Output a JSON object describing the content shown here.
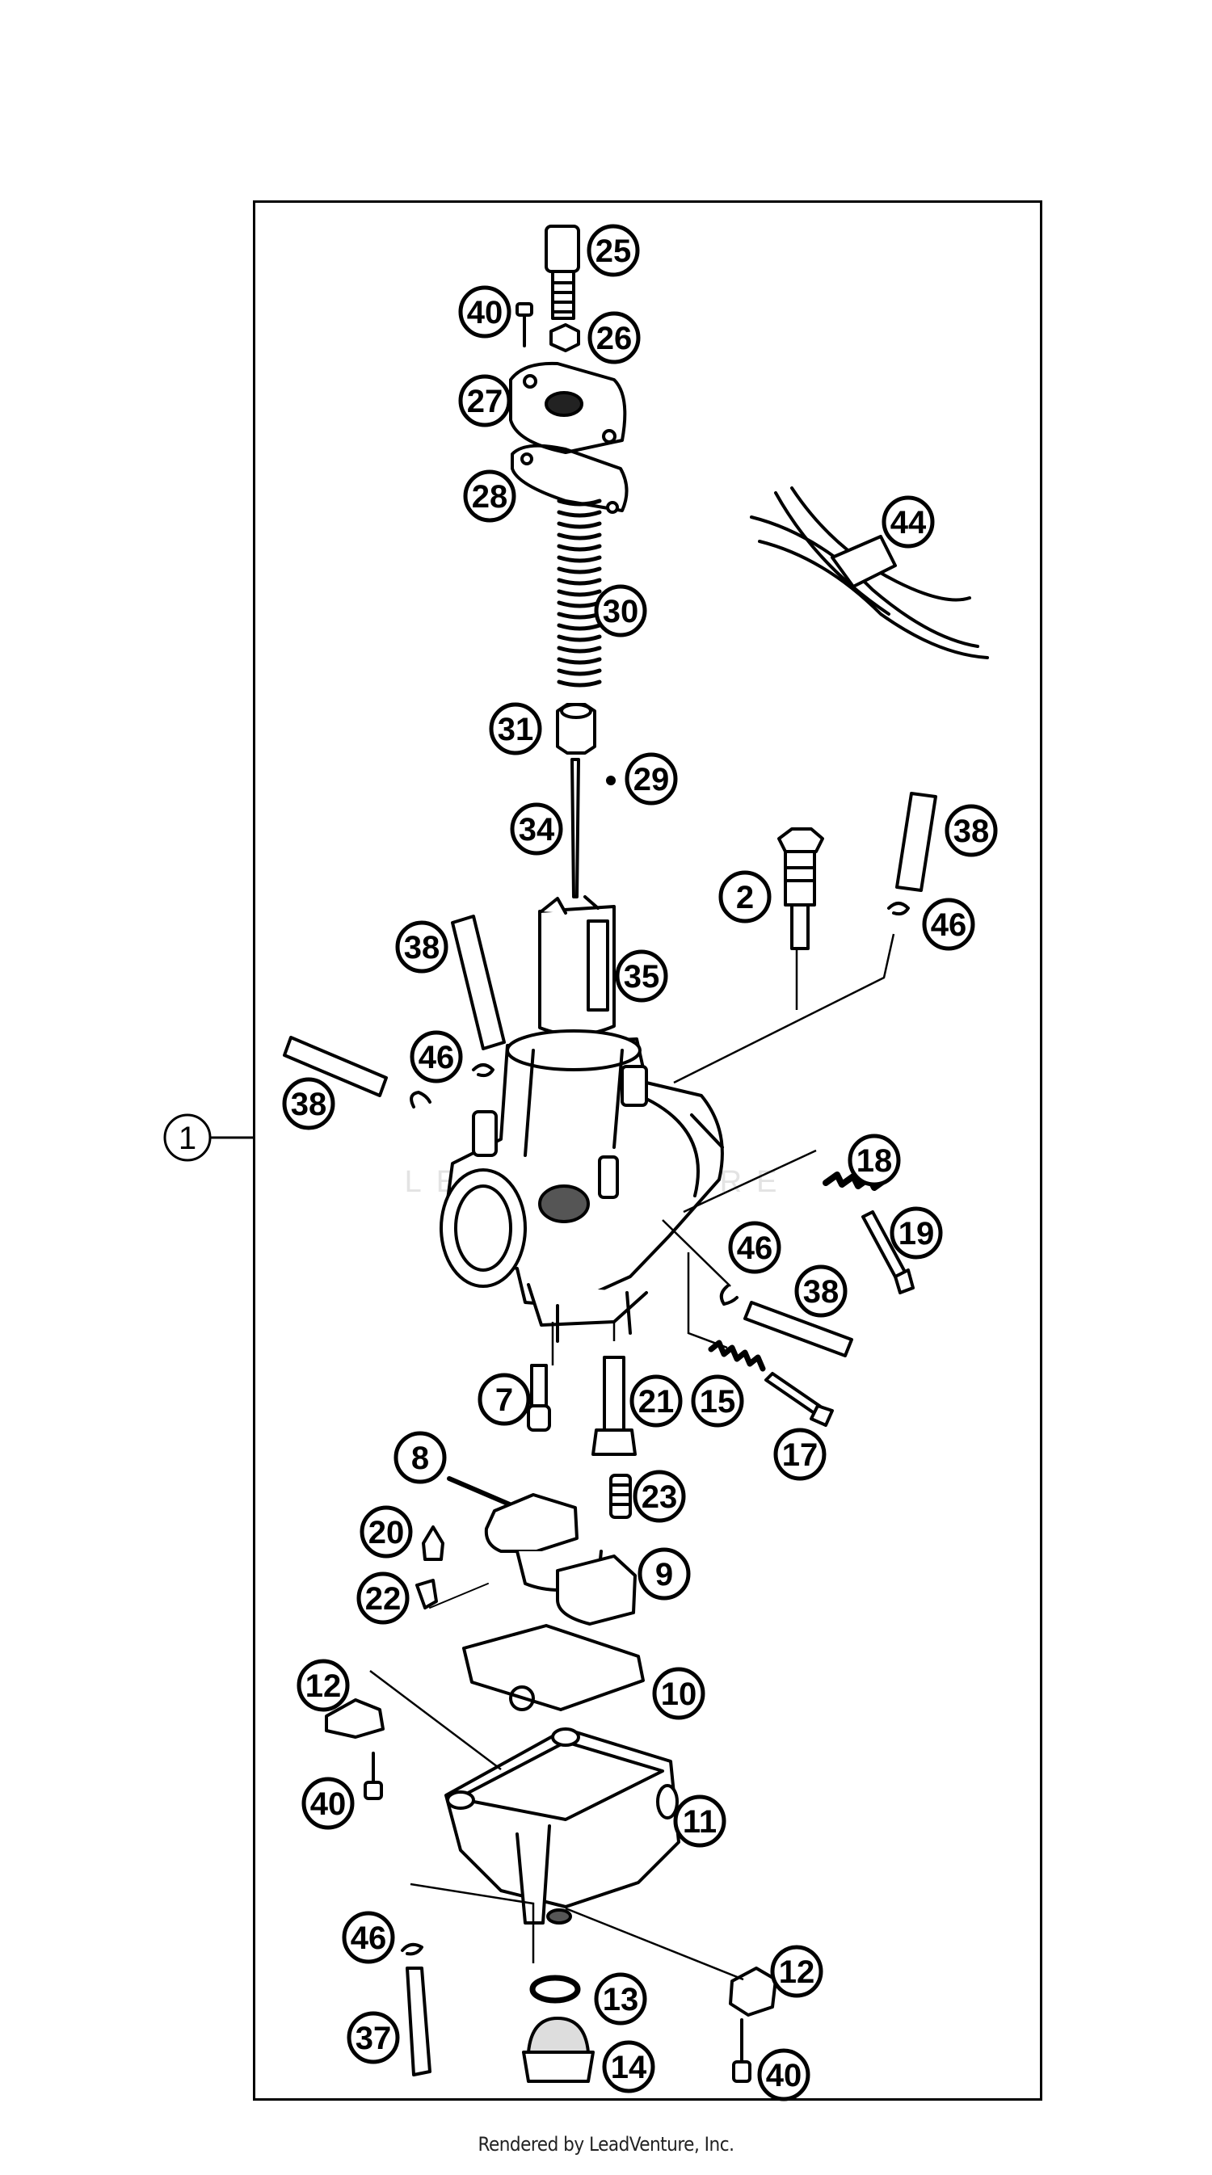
{
  "diagram": {
    "assembly_label": "1",
    "watermark": "LEADVENTURE",
    "footer": "Rendered by LeadVenture, Inc.",
    "callouts": [
      {
        "id": "25",
        "label": "25"
      },
      {
        "id": "40a",
        "label": "40"
      },
      {
        "id": "26",
        "label": "26"
      },
      {
        "id": "27",
        "label": "27"
      },
      {
        "id": "28",
        "label": "28"
      },
      {
        "id": "44",
        "label": "44"
      },
      {
        "id": "30",
        "label": "30"
      },
      {
        "id": "31",
        "label": "31"
      },
      {
        "id": "29",
        "label": "29"
      },
      {
        "id": "34",
        "label": "34"
      },
      {
        "id": "38a",
        "label": "38"
      },
      {
        "id": "2",
        "label": "2"
      },
      {
        "id": "46a",
        "label": "46"
      },
      {
        "id": "38b",
        "label": "38"
      },
      {
        "id": "35",
        "label": "35"
      },
      {
        "id": "46b",
        "label": "46"
      },
      {
        "id": "38c",
        "label": "38"
      },
      {
        "id": "18",
        "label": "18"
      },
      {
        "id": "19",
        "label": "19"
      },
      {
        "id": "46c",
        "label": "46"
      },
      {
        "id": "38d",
        "label": "38"
      },
      {
        "id": "7",
        "label": "7"
      },
      {
        "id": "21",
        "label": "21"
      },
      {
        "id": "15",
        "label": "15"
      },
      {
        "id": "17",
        "label": "17"
      },
      {
        "id": "8",
        "label": "8"
      },
      {
        "id": "23",
        "label": "23"
      },
      {
        "id": "20",
        "label": "20"
      },
      {
        "id": "9",
        "label": "9"
      },
      {
        "id": "22",
        "label": "22"
      },
      {
        "id": "10",
        "label": "10"
      },
      {
        "id": "12a",
        "label": "12"
      },
      {
        "id": "40b",
        "label": "40"
      },
      {
        "id": "11",
        "label": "11"
      },
      {
        "id": "46d",
        "label": "46"
      },
      {
        "id": "12b",
        "label": "12"
      },
      {
        "id": "13",
        "label": "13"
      },
      {
        "id": "37",
        "label": "37"
      },
      {
        "id": "14",
        "label": "14"
      },
      {
        "id": "40c",
        "label": "40"
      }
    ]
  }
}
